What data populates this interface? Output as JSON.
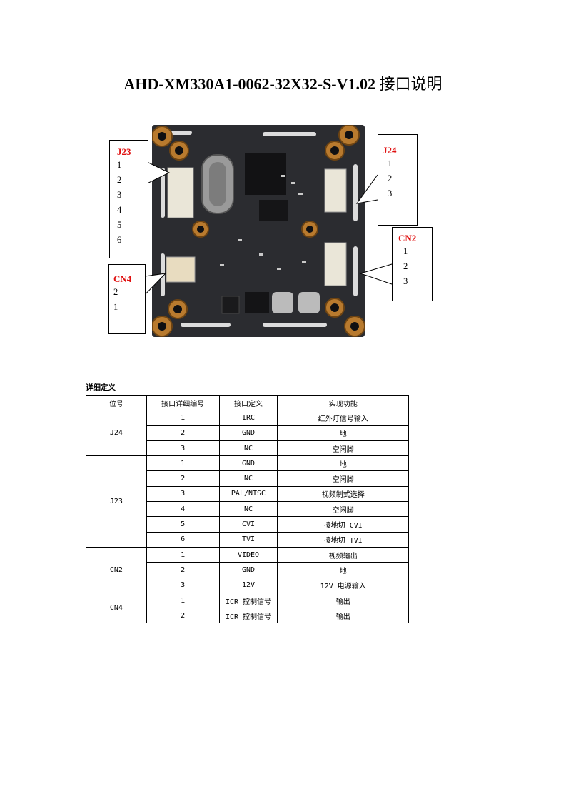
{
  "title": {
    "model": "AHD-XM330A1-0062-32X32-S-V1.02",
    "suffix": "接口说明"
  },
  "callouts": {
    "j23": {
      "name": "J23",
      "pins": [
        "1",
        "2",
        "3",
        "4",
        "5",
        "6"
      ]
    },
    "j24": {
      "name": "J24",
      "pins": [
        "1",
        "2",
        "3"
      ]
    },
    "cn2": {
      "name": "CN2",
      "pins": [
        "1",
        "2",
        "3"
      ]
    },
    "cn4": {
      "name": "CN4",
      "pins": [
        "2",
        "1"
      ]
    }
  },
  "section_title": "详细定义",
  "table": {
    "headers": [
      "位号",
      "接口详细编号",
      "接口定义",
      "实现功能"
    ],
    "groups": [
      {
        "ref": "J24",
        "rows": [
          {
            "pin": "1",
            "def": "IRC",
            "func": "红外灯信号输入"
          },
          {
            "pin": "2",
            "def": "GND",
            "func": "地"
          },
          {
            "pin": "3",
            "def": "NC",
            "func": "空闲脚"
          }
        ]
      },
      {
        "ref": "J23",
        "rows": [
          {
            "pin": "1",
            "def": "GND",
            "func": "地"
          },
          {
            "pin": "2",
            "def": "NC",
            "func": "空闲脚"
          },
          {
            "pin": "3",
            "def": "PAL/NTSC",
            "func": "视频制式选择"
          },
          {
            "pin": "4",
            "def": "NC",
            "func": "空闲脚"
          },
          {
            "pin": "5",
            "def": "CVI",
            "func": "接地切 CVI"
          },
          {
            "pin": "6",
            "def": "TVI",
            "func": "接地切 TVI"
          }
        ]
      },
      {
        "ref": "CN2",
        "rows": [
          {
            "pin": "1",
            "def": "VIDEO",
            "func": "视频输出"
          },
          {
            "pin": "2",
            "def": "GND",
            "func": "地"
          },
          {
            "pin": "3",
            "def": "12V",
            "func": "12V 电源输入"
          }
        ]
      },
      {
        "ref": "CN4",
        "rows": [
          {
            "pin": "1",
            "def": "ICR 控制信号",
            "func": "输出"
          },
          {
            "pin": "2",
            "def": "ICR 控制信号",
            "func": "输出"
          }
        ]
      }
    ]
  },
  "colors": {
    "callout_heading": "#e01010",
    "board": "#2a2b2e"
  }
}
